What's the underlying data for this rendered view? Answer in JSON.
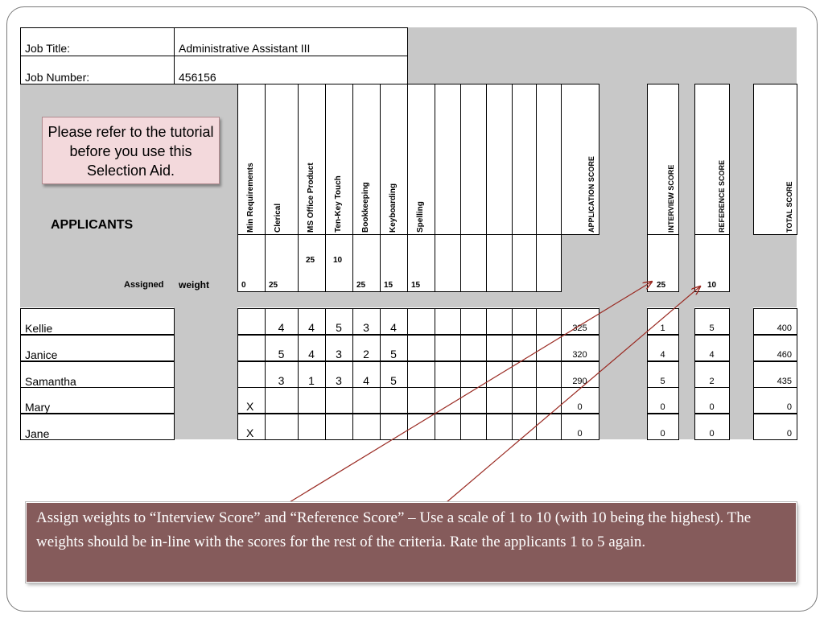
{
  "job": {
    "title_label": "Job Title:",
    "title_value": "Administrative Assistant III",
    "number_label": "Job Number:",
    "number_value": "456156"
  },
  "callout_text": "Please refer to the tutorial before you use this Selection Aid.",
  "applicants_heading": "APPLICANTS",
  "assigned_label": "Assigned",
  "weight_label": "weight",
  "criteria": [
    {
      "name": "Min  Requirements",
      "weight": "0"
    },
    {
      "name": "Clerical",
      "weight": "25"
    },
    {
      "name": "MS Office Product",
      "weight": "25"
    },
    {
      "name": "Ten-Key Touch",
      "weight": "10"
    },
    {
      "name": "Bookkeeping",
      "weight": "25"
    },
    {
      "name": "Keyboarding",
      "weight": "15"
    },
    {
      "name": "Spelling",
      "weight": "15"
    }
  ],
  "score_columns": {
    "application": "APPLICATION  SCORE",
    "interview": "INTERVIEW SCORE",
    "reference": "REFERENCE SCORE",
    "total": "TOTAL SCORE"
  },
  "score_weights": {
    "interview": "25",
    "reference": "10"
  },
  "applicants": [
    {
      "name": "Kellie",
      "min": "",
      "scores": [
        "4",
        "4",
        "5",
        "3",
        "4"
      ],
      "application": "325",
      "interview": "1",
      "reference": "5",
      "total": "400"
    },
    {
      "name": "Janice",
      "min": "",
      "scores": [
        "5",
        "4",
        "3",
        "2",
        "5"
      ],
      "application": "320",
      "interview": "4",
      "reference": "4",
      "total": "460"
    },
    {
      "name": "Samantha",
      "min": "",
      "scores": [
        "3",
        "1",
        "3",
        "4",
        "5"
      ],
      "application": "290",
      "interview": "5",
      "reference": "2",
      "total": "435"
    },
    {
      "name": "Mary",
      "min": "X",
      "scores": [
        "",
        "",
        "",
        "",
        ""
      ],
      "application": "0",
      "interview": "0",
      "reference": "0",
      "total": "0"
    },
    {
      "name": "Jane",
      "min": "X",
      "scores": [
        "",
        "",
        "",
        "",
        ""
      ],
      "application": "0",
      "interview": "0",
      "reference": "0",
      "total": "0"
    }
  ],
  "instruction_text": "Assign weights to “Interview Score” and “Reference Score” – Use a scale of 1 to 10 (with 10 being the highest).  The weights should be in-line with the scores for the rest of the criteria.  Rate the applicants 1 to 5 again.",
  "colors": {
    "banner": "#855b5b",
    "callout": "#f3d9dc",
    "sheet_gray": "#c8c8c8",
    "arrow": "#9a2a22"
  }
}
